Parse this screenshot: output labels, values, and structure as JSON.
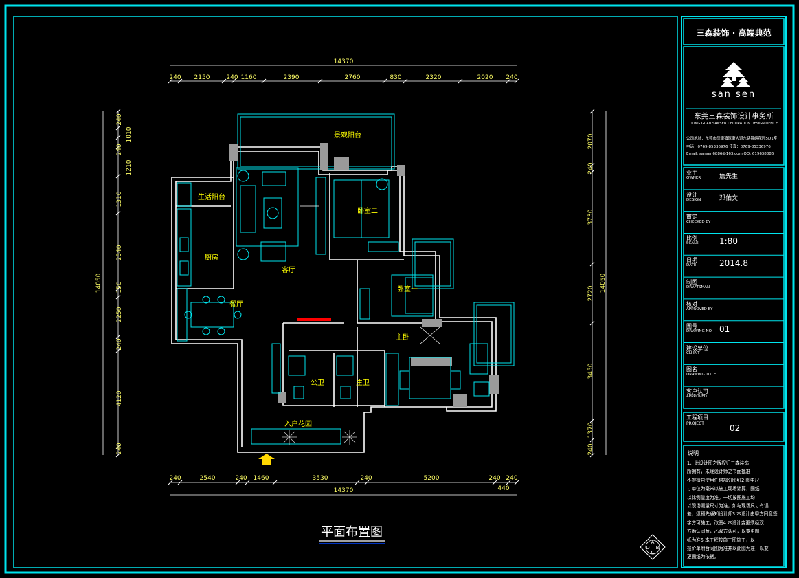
{
  "dimensions": {
    "top_total": "14370",
    "top_segments": [
      "240",
      "2150",
      "240",
      "1160",
      "2390",
      "2760",
      "830",
      "2320",
      "2020",
      "240"
    ],
    "bottom_total": "14370",
    "bottom_segments": [
      "240",
      "2540",
      "240",
      "1460",
      "3530",
      "240",
      "5200",
      "240",
      "240"
    ],
    "bottom_extra": "440",
    "left_total": "14050",
    "left_segments": [
      "240",
      "1010",
      "240",
      "1210",
      "1310",
      "2540",
      "150",
      "2250",
      "240",
      "4120",
      "240"
    ],
    "right_total": "14050",
    "right_segments": [
      "2070",
      "240",
      "3730",
      "2720",
      "3450",
      "1370",
      "240"
    ]
  },
  "rooms": {
    "view_balcony": "景观阳台",
    "service_balcony": "生活阳台",
    "kitchen": "厨房",
    "living_room": "客厅",
    "dining_room": "餐厅",
    "bedroom_two": "卧室二",
    "bedroom_one": "卧室一",
    "master_bedroom": "主卧",
    "public_bath": "公卫",
    "master_bath": "主卫",
    "entry_garden": "入户花园"
  },
  "drawing_title": "平面布置图",
  "compass_letters": [
    "A",
    "B",
    "C",
    "D"
  ],
  "title_block": {
    "company_slogan": "三森装饰 · 高端典范",
    "logo_text": "san sen",
    "company_name": "东莞三森装饰设计事务所",
    "company_name_en": "DONG GUAN SANSEN DECORATION DESIGN OFFICE",
    "address_line": "公司地址：东莞市厚街镇厚街大道东路锦绣花园5D1室",
    "phone_line": "电话：0769-85336976  传真：0769-85336976",
    "email_line": "Email: sansen6886@163.com   QQ: 619638886",
    "rows": [
      {
        "label_cn": "业主",
        "label_en": "OWNER",
        "value": "詹先生"
      },
      {
        "label_cn": "设计",
        "label_en": "DESIGN",
        "value": "邓佑文"
      },
      {
        "label_cn": "审定",
        "label_en": "CHECKED BY",
        "value": ""
      },
      {
        "label_cn": "比例",
        "label_en": "SCALE",
        "value": "1:80"
      },
      {
        "label_cn": "日期",
        "label_en": "DATE",
        "value": "2014.8"
      },
      {
        "label_cn": "制图",
        "label_en": "DRAFTSMAN",
        "value": ""
      },
      {
        "label_cn": "核对",
        "label_en": "APPROVED BY",
        "value": ""
      },
      {
        "label_cn": "图号",
        "label_en": "DRAWING NO",
        "value": "01"
      },
      {
        "label_cn": "建设单位",
        "label_en": "CLIENT",
        "value": ""
      },
      {
        "label_cn": "图名",
        "label_en": "DRAWING TITLE",
        "value": ""
      },
      {
        "label_cn": "客户认可",
        "label_en": "APPROVED",
        "value": ""
      }
    ],
    "project_label_cn": "工程项目",
    "project_label_en": "PROJECT",
    "project_value": "02",
    "notes_title": "说明",
    "notes_lines": [
      "1、此设计图之版权归三森装饰",
      "所拥有，未经设计师之书面批准",
      "不得擅自使用任何部分图纸2 图中尺",
      "寸单位为毫米以施工现场计算，图纸",
      "以比例量度为准。一切按图施工均",
      "以现场测量尺寸为准，如与现场尺寸有误",
      "差，须预先通知设计师3 本设计由甲方同意签",
      "字方可施工，改图4 本设计变更须经双",
      "方确认同意，乙双方认可，以变更图",
      "纸为准5 本工程按施工图施工，以",
      "报价单附合同图为准并以此图为准，以变",
      "更图纸为依据。"
    ]
  },
  "colors": {
    "frame": "#00e5ee",
    "wall": "#ffffff",
    "furniture": "#00e5ee",
    "label": "#ffff00",
    "accent": "#ff0000",
    "arrow": "#ffd700",
    "dimension": "#ffff66"
  }
}
